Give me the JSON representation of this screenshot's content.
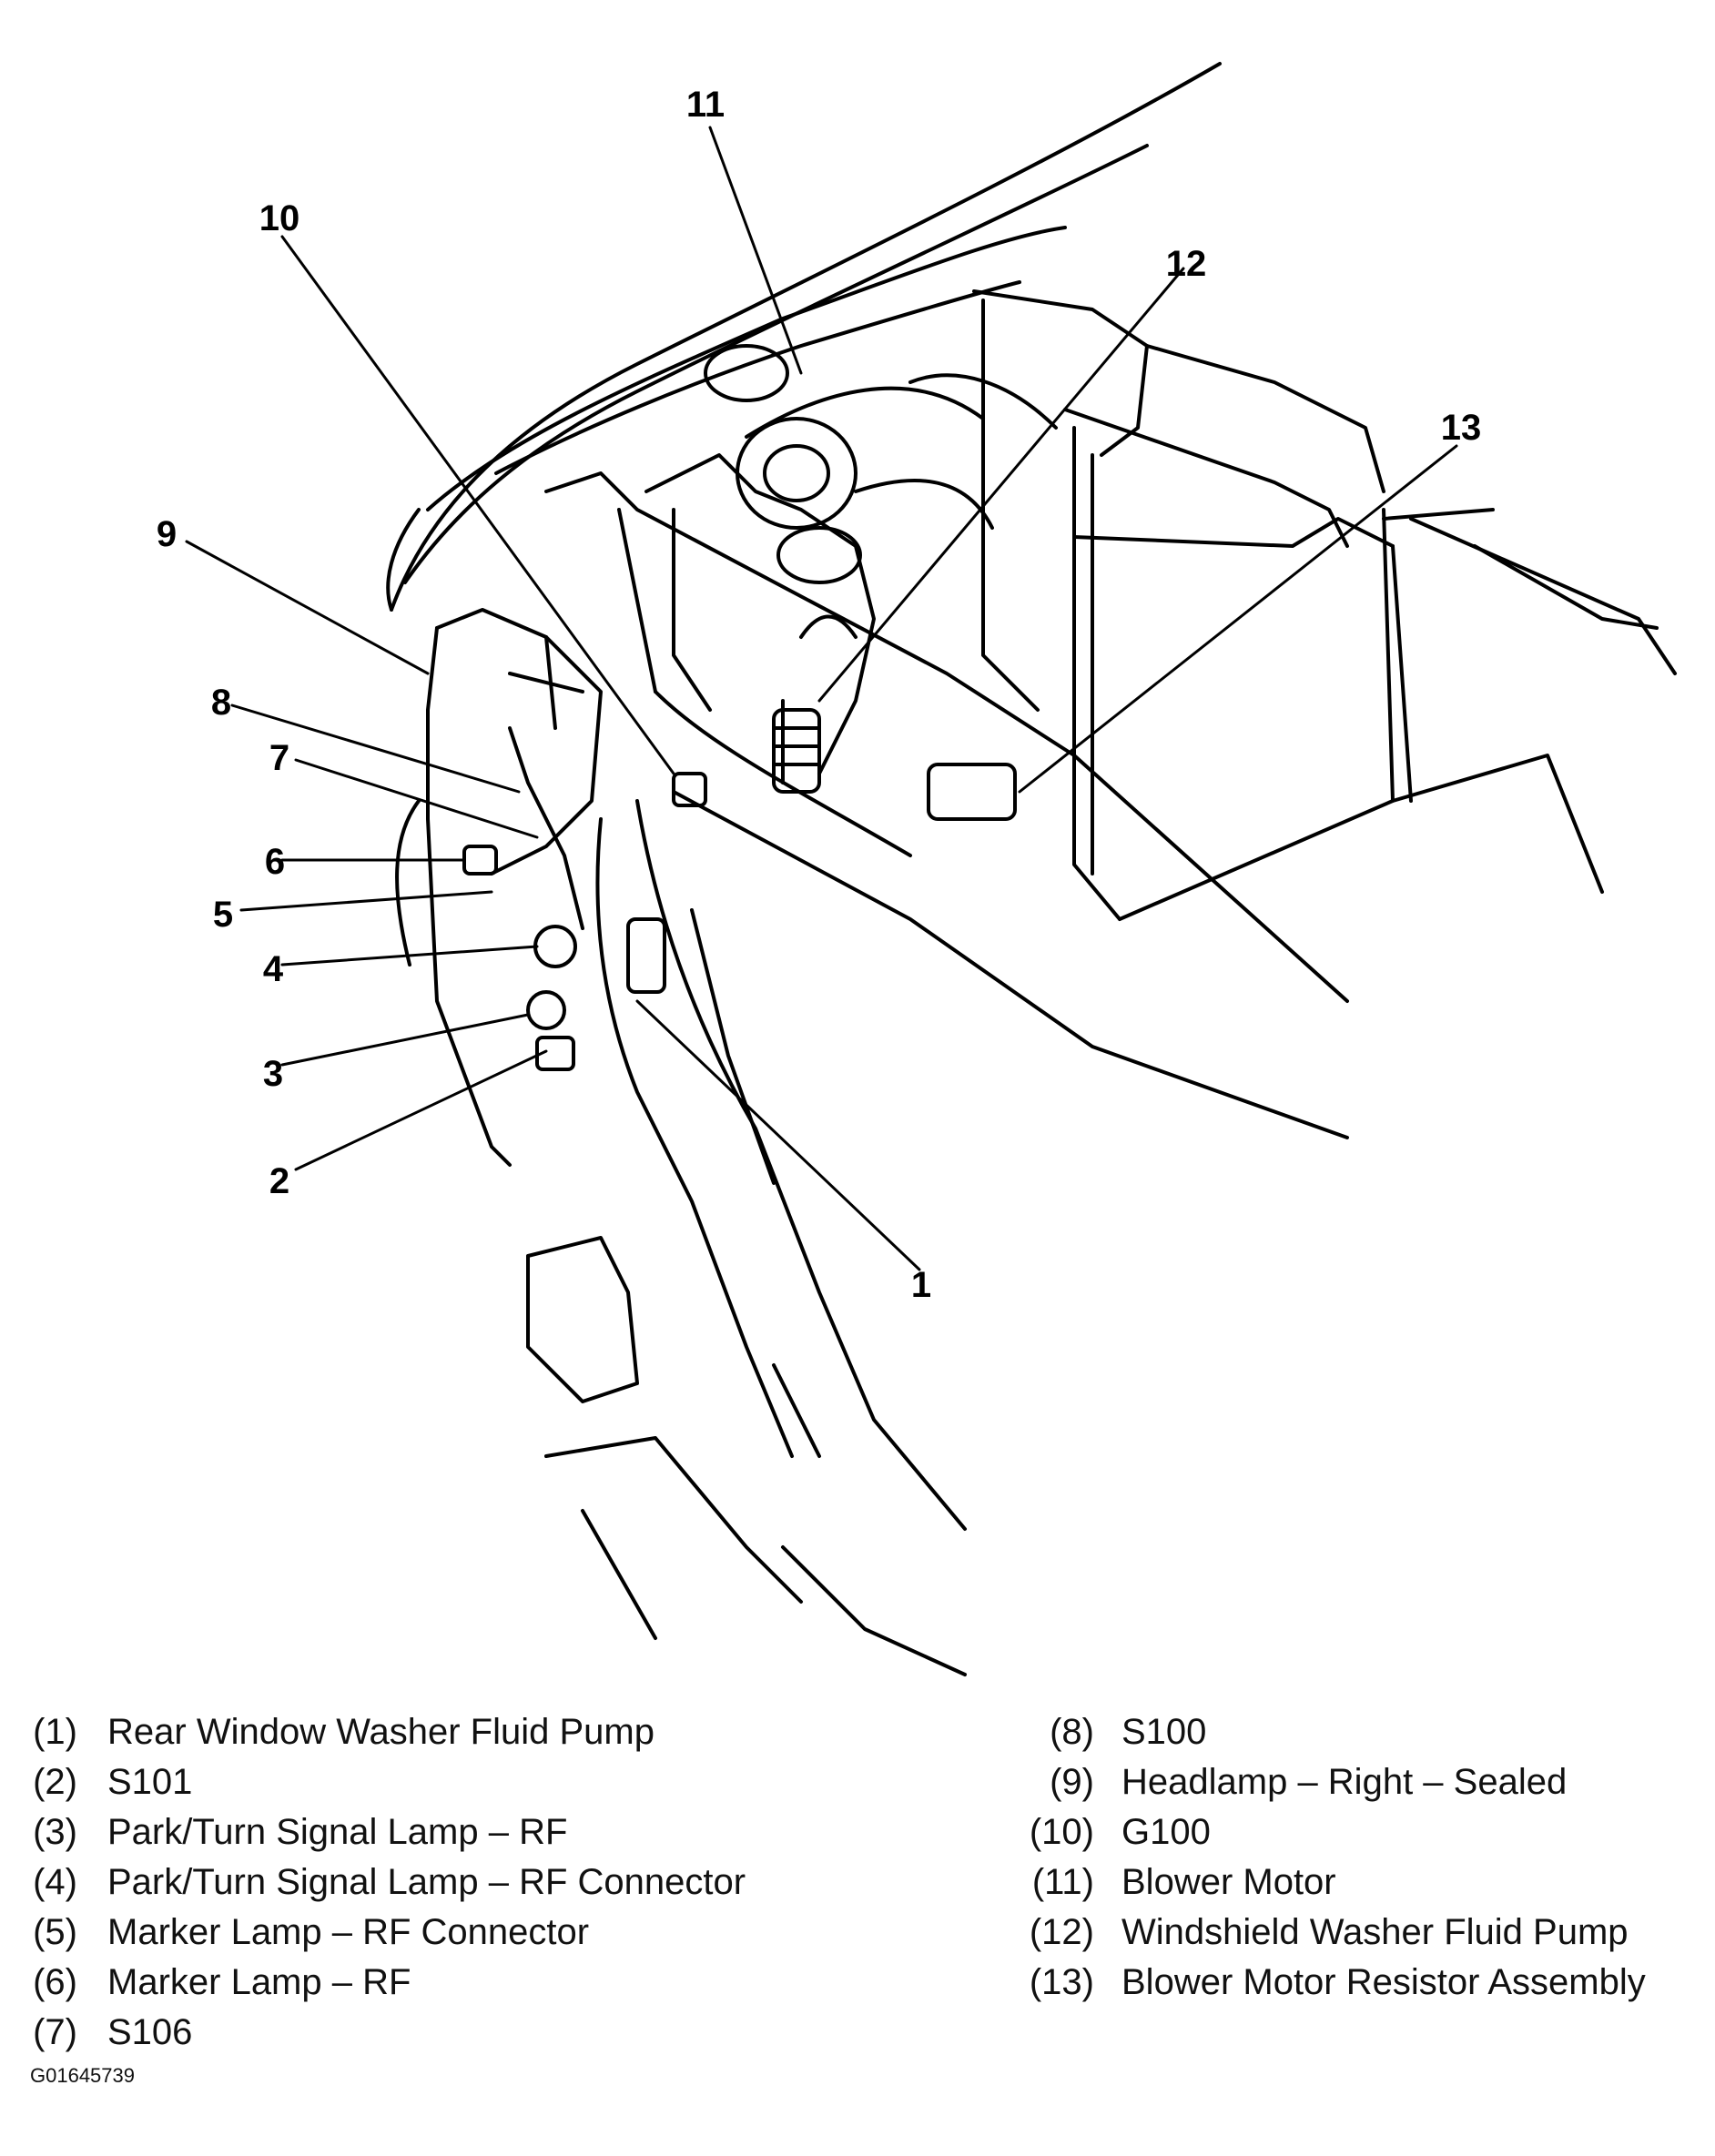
{
  "diagram": {
    "callouts": [
      "1",
      "2",
      "3",
      "4",
      "5",
      "6",
      "7",
      "8",
      "9",
      "10",
      "11",
      "12",
      "13"
    ]
  },
  "legend": [
    {
      "num": "(1)",
      "label": "Rear Window Washer Fluid Pump"
    },
    {
      "num": "(2)",
      "label": "S101"
    },
    {
      "num": "(3)",
      "label": "Park/Turn Signal Lamp – RF"
    },
    {
      "num": "(4)",
      "label": "Park/Turn Signal Lamp – RF Connector"
    },
    {
      "num": "(5)",
      "label": "Marker Lamp – RF Connector"
    },
    {
      "num": "(6)",
      "label": "Marker Lamp – RF"
    },
    {
      "num": "(7)",
      "label": "S106"
    },
    {
      "num": "(8)",
      "label": "S100"
    },
    {
      "num": "(9)",
      "label": "Headlamp – Right – Sealed"
    },
    {
      "num": "(10)",
      "label": "G100"
    },
    {
      "num": "(11)",
      "label": "Blower Motor"
    },
    {
      "num": "(12)",
      "label": "Windshield Washer Fluid Pump"
    },
    {
      "num": "(13)",
      "label": "Blower Motor Resistor Assembly"
    }
  ],
  "figure_code": "G01645739"
}
